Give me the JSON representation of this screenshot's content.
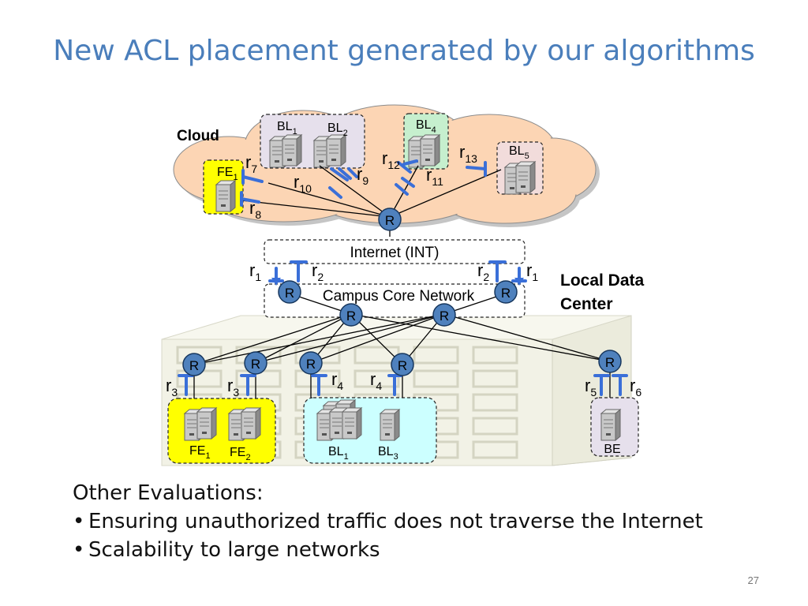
{
  "slide": {
    "title": "New ACL placement generated by our algorithms",
    "page_number": "27"
  },
  "diagram": {
    "cloud_label": "Cloud",
    "local_dc_label_line1": "Local Data",
    "local_dc_label_line2": "Center",
    "internet_label": "Internet (INT)",
    "campus_label": "Campus Core Network",
    "router_label": "R",
    "groups": {
      "bl12": {
        "n1": "BL",
        "s1": "1",
        "n2": "BL",
        "s2": "2"
      },
      "bl4": {
        "n": "BL",
        "s": "4"
      },
      "bl5": {
        "n": "BL",
        "s": "5"
      },
      "fe1_cloud": {
        "n": "FE",
        "s": "1"
      },
      "fe_local": {
        "n1": "FE",
        "s1": "1",
        "n2": "FE",
        "s2": "2"
      },
      "bl_local": {
        "n1": "BL",
        "s1": "1",
        "n2": "BL",
        "s2": "3"
      },
      "be": {
        "n": "BE"
      }
    },
    "rules": {
      "r1": {
        "n": "r",
        "s": "1"
      },
      "r2": {
        "n": "r",
        "s": "2"
      },
      "r3": {
        "n": "r",
        "s": "3"
      },
      "r4": {
        "n": "r",
        "s": "4"
      },
      "r5": {
        "n": "r",
        "s": "5"
      },
      "r6": {
        "n": "r",
        "s": "6"
      },
      "r7": {
        "n": "r",
        "s": "7"
      },
      "r8": {
        "n": "r",
        "s": "8"
      },
      "r9": {
        "n": "r",
        "s": "9"
      },
      "r10": {
        "n": "r",
        "s": "10"
      },
      "r11": {
        "n": "r",
        "s": "11"
      },
      "r12": {
        "n": "r",
        "s": "12"
      },
      "r13": {
        "n": "r",
        "s": "13"
      }
    },
    "colors": {
      "router_fill": "#4f81bd",
      "acl_blue": "#3a6fd8",
      "cloud_fill": "#fcd5b4",
      "yellow_group": "#ffff00",
      "green_group": "#c6efce",
      "pink_group": "#f2dcdb",
      "cyan_group": "#ccffff",
      "lavender_group": "#e6e0ec"
    }
  },
  "evaluations": {
    "heading": "Other Evaluations:",
    "items": [
      "Ensuring unauthorized traffic does not traverse the Internet",
      "Scalability to large networks"
    ]
  }
}
